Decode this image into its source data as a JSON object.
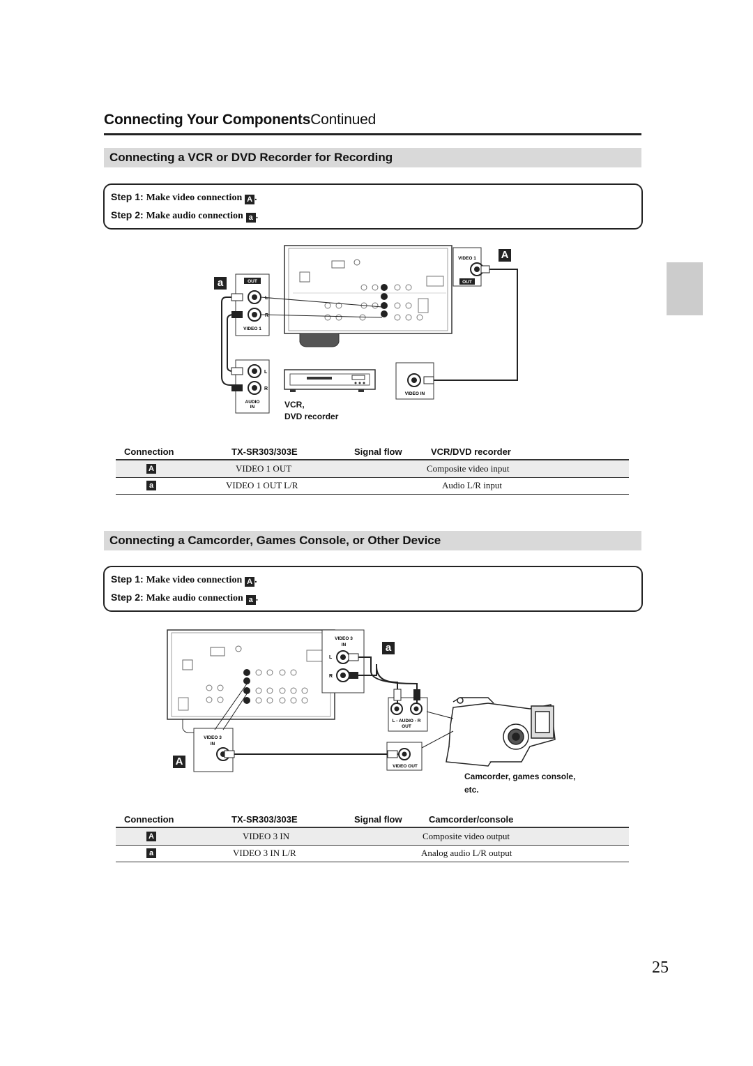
{
  "page": {
    "title": "Connecting Your Components",
    "title_suffix": "Continued",
    "number": "25"
  },
  "section1": {
    "heading": "Connecting a VCR or DVD Recorder for Recording",
    "steps": [
      {
        "label": "Step 1:",
        "text": "Make video connection",
        "badge": "A",
        "end": "."
      },
      {
        "label": "Step 2:",
        "text": "Make audio connection",
        "badge": "a",
        "end": "."
      }
    ],
    "diagram": {
      "badge_A": "A",
      "badge_a": "a",
      "receiver_video_label": "VIDEO 1",
      "receiver_out_label": "OUT",
      "audio_out_label": "OUT",
      "audio_l": "L",
      "audio_r": "R",
      "audio_video_label": "VIDEO 1",
      "device_l": "L",
      "device_r": "R",
      "device_audio_in": "AUDIO",
      "device_audio_in2": "IN",
      "device_video_in": "VIDEO IN",
      "device_name_1": "VCR,",
      "device_name_2": "DVD recorder"
    },
    "table": {
      "headers": [
        "Connection",
        "TX-SR303/303E",
        "Signal flow",
        "VCR/DVD recorder"
      ],
      "rows": [
        {
          "connection": "A",
          "receiver": "VIDEO 1 OUT",
          "device": "Composite video input"
        },
        {
          "connection": "a",
          "receiver": "VIDEO 1 OUT L/R",
          "device": "Audio L/R input"
        }
      ]
    }
  },
  "section2": {
    "heading": "Connecting a Camcorder, Games Console, or Other Device",
    "steps": [
      {
        "label": "Step 1:",
        "text": "Make video connection",
        "badge": "A",
        "end": "."
      },
      {
        "label": "Step 2:",
        "text": "Make audio connection",
        "badge": "a",
        "end": "."
      }
    ],
    "diagram": {
      "badge_A": "A",
      "badge_a": "a",
      "video3_top": "VIDEO 3",
      "video3_in": "IN",
      "audio_l": "L",
      "audio_r": "R",
      "video3_bottom": "VIDEO 3",
      "video3_bottom_in": "IN",
      "cam_audio": "L - AUDIO - R",
      "cam_audio_out": "OUT",
      "cam_video_out": "VIDEO OUT",
      "device_name_1": "Camcorder, games console,",
      "device_name_2": "etc."
    },
    "table": {
      "headers": [
        "Connection",
        "TX-SR303/303E",
        "Signal flow",
        "Camcorder/console"
      ],
      "rows": [
        {
          "connection": "A",
          "receiver": "VIDEO 3 IN",
          "device": "Composite video output"
        },
        {
          "connection": "a",
          "receiver": "VIDEO 3 IN L/R",
          "device": "Analog audio L/R output"
        }
      ]
    }
  },
  "colors": {
    "accent_gray": "#d9d9d9",
    "tab_gray": "#cccccc",
    "row_shade": "#ececec",
    "ink": "#111111"
  }
}
